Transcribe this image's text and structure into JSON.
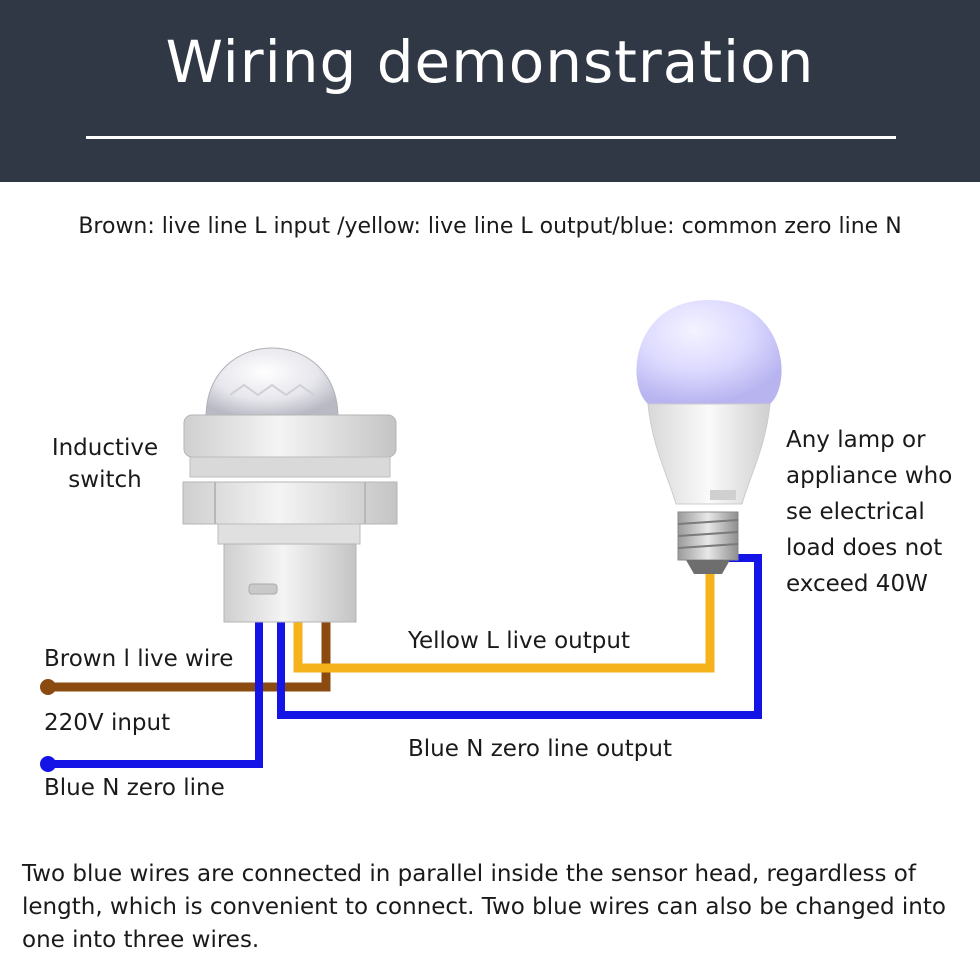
{
  "header": {
    "title": "Wiring demonstration"
  },
  "legend": "Brown: live line L input /yellow: live line L output/blue: common zero line N",
  "labels": {
    "inductive_switch": "Inductive switch",
    "lamp_note": "Any lamp or appliance who se electrical load does not exceed 40W",
    "brown_live_wire": "Brown l live wire",
    "input_220v": "220V input",
    "blue_zero_line": "Blue N zero line",
    "yellow_live_output": "Yellow L live output",
    "blue_zero_output": "Blue N zero line output"
  },
  "footer": {
    "note": "Two blue wires are connected in parallel inside the sensor head, regardless of length, which is convenient to connect. Two blue wires can also be changed into one into three wires."
  },
  "colors": {
    "header_bg": "#2f3844",
    "brown_wire": "#8b4a10",
    "yellow_wire": "#f5b21b",
    "blue_wire": "#1414e6"
  },
  "icons": [
    "pir-sensor-switch-icon",
    "light-bulb-icon"
  ]
}
